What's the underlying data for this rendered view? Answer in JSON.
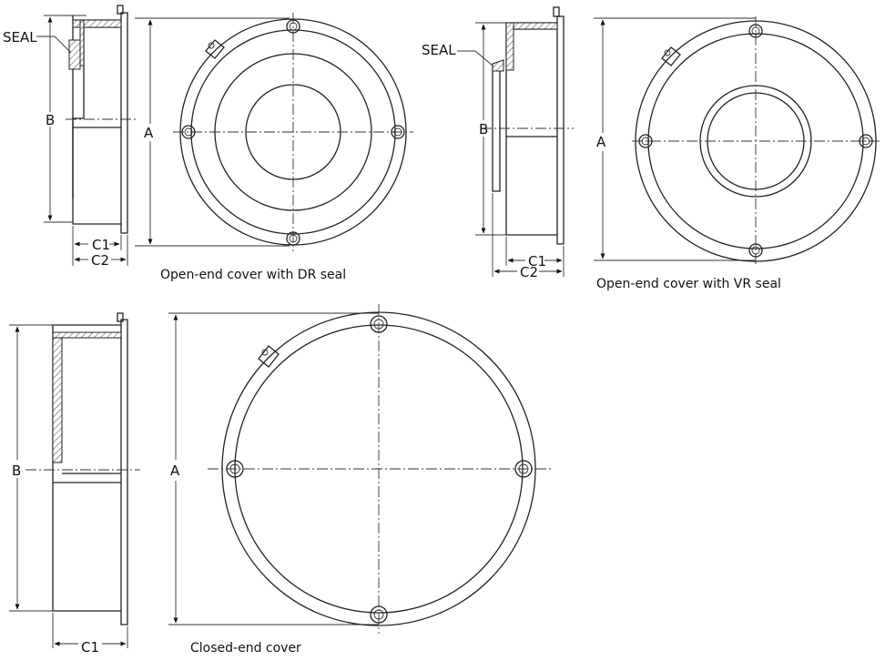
{
  "fig1": {
    "seal_label": "SEAL",
    "b_label": "B",
    "a_label": "A",
    "c1_label": "C1",
    "c2_label": "C2",
    "caption": "Open-end cover with DR seal"
  },
  "fig2": {
    "seal_label": "SEAL",
    "b_label": "B",
    "a_label": "A",
    "c1_label": "C1",
    "c2_label": "C2",
    "caption": "Open-end cover with VR seal"
  },
  "fig3": {
    "b_label": "B",
    "a_label": "A",
    "c1_label": "C1",
    "caption": "Closed-end cover"
  }
}
